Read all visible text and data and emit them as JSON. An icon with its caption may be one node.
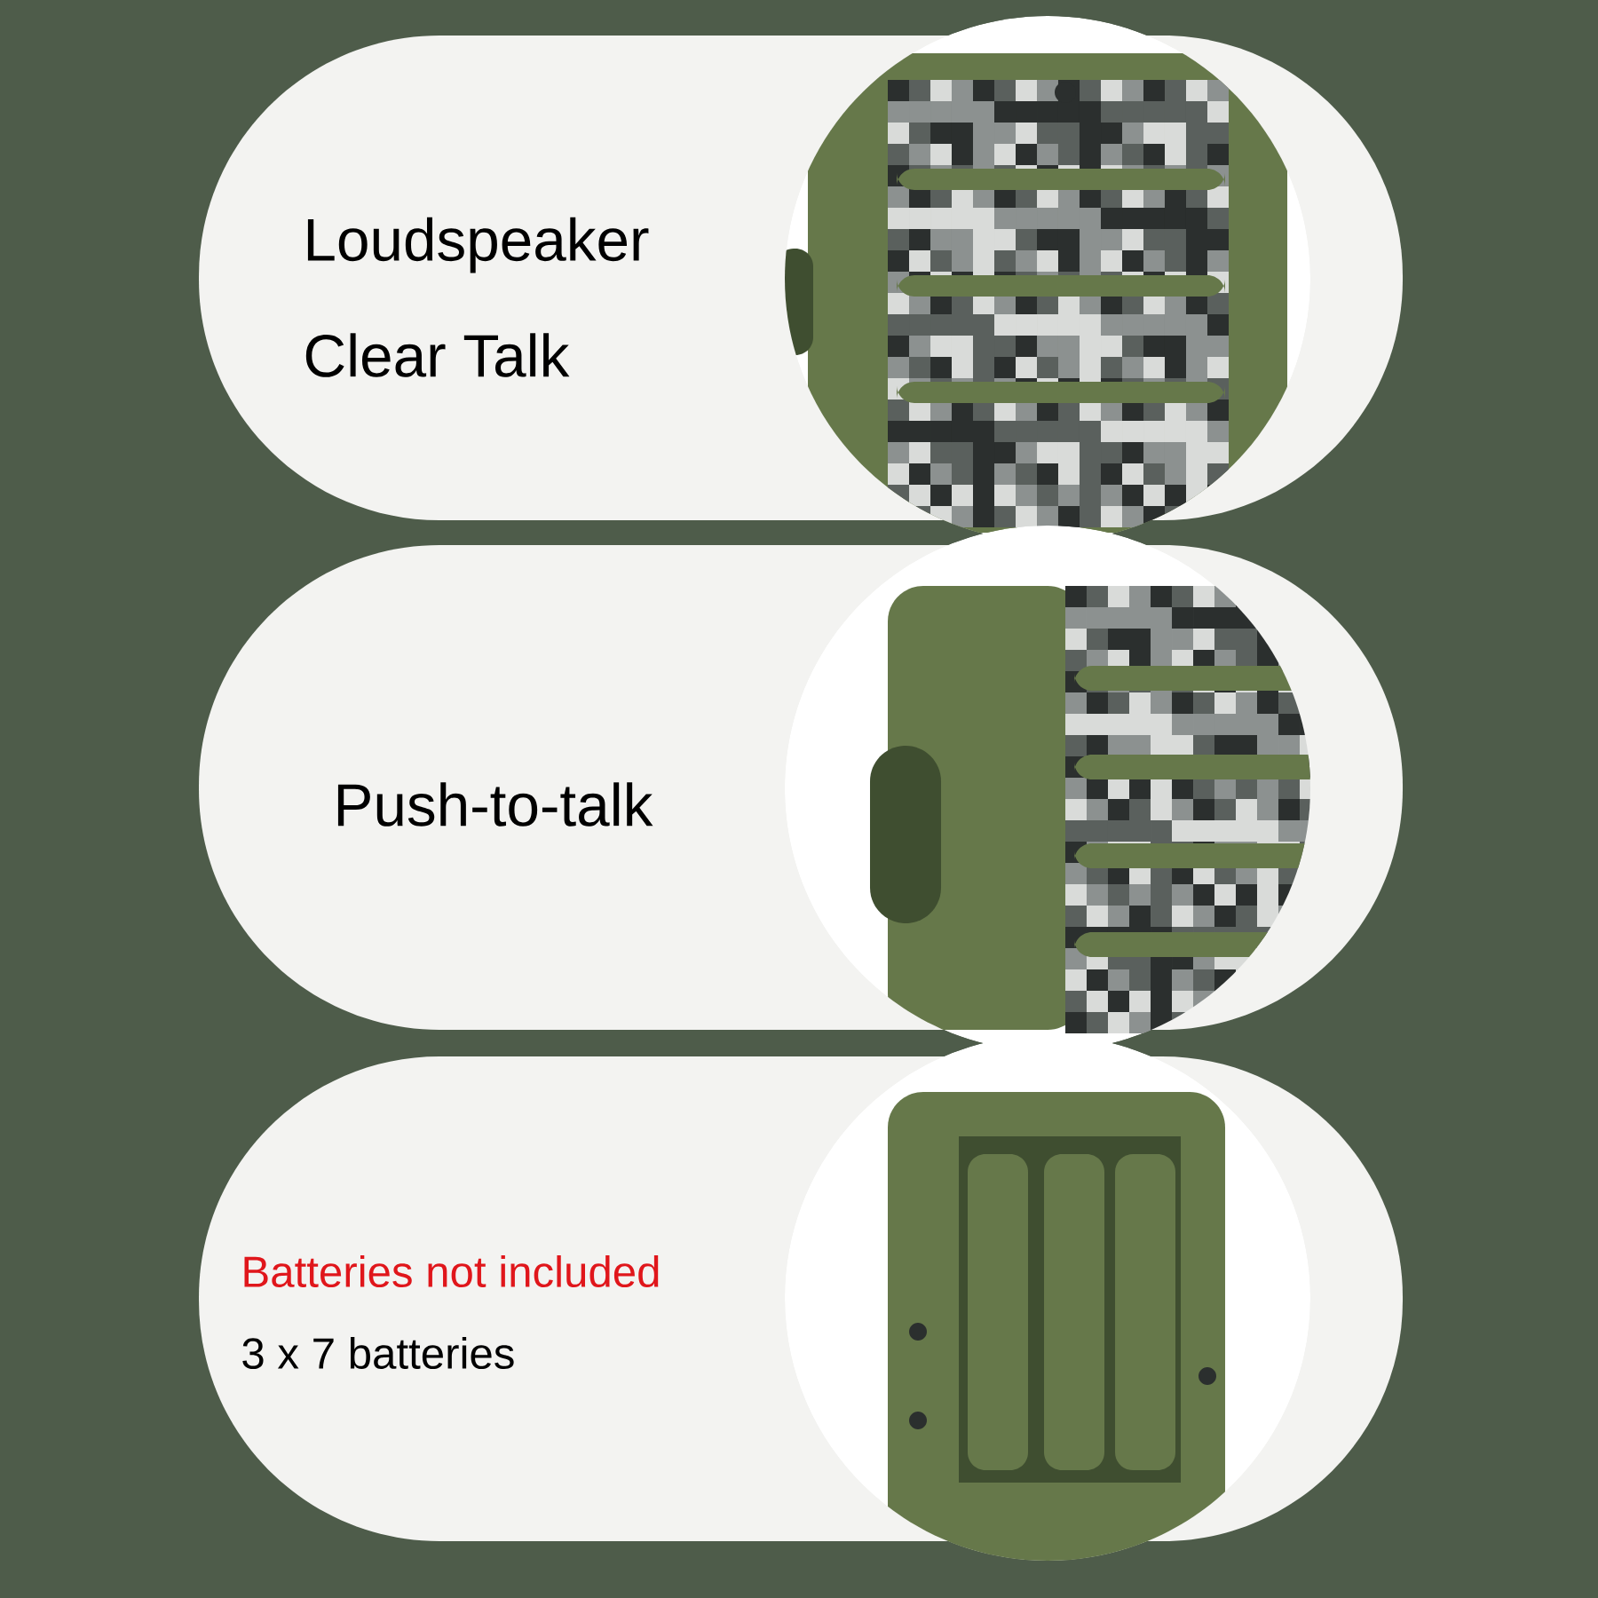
{
  "diagram": {
    "nodes": [
      {
        "text": [
          "Loudspeaker",
          "Clear Talk"
        ]
      },
      {
        "text": [
          "Push-to-talk"
        ]
      },
      {
        "text": [
          "Batteries not included",
          "3 x 7 batteries"
        ]
      }
    ]
  }
}
